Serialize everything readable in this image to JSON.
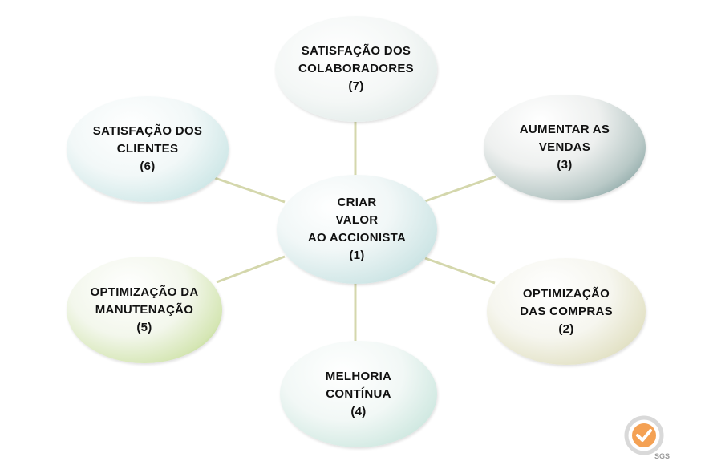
{
  "diagram": {
    "center": {
      "lines": [
        "CRIAR",
        "VALOR",
        "AO ACCIONISTA",
        "(1)"
      ]
    },
    "nodes": [
      {
        "id": "top",
        "lines": [
          "SATISFAÇÃO DOS",
          "COLABORADORES",
          "(7)"
        ]
      },
      {
        "id": "left_top",
        "lines": [
          "SATISFAÇÃO DOS",
          "CLIENTES",
          "(6)"
        ]
      },
      {
        "id": "right_top",
        "lines": [
          "AUMENTAR AS",
          "VENDAS",
          "(3)"
        ]
      },
      {
        "id": "left_bottom",
        "lines": [
          "OPTIMIZAÇÃO DA",
          "MANUTENAÇÃO",
          "(5)"
        ]
      },
      {
        "id": "right_bottom",
        "lines": [
          "OPTIMIZAÇÃO",
          "DAS COMPRAS",
          "(2)"
        ]
      },
      {
        "id": "bottom",
        "lines": [
          "MELHORIA",
          "CONTÍNUA",
          "(4)"
        ]
      }
    ],
    "connector_color": "#d4d7ac",
    "logo": {
      "icon": "sgs-certification-seal-icon",
      "text": "SGS"
    }
  }
}
